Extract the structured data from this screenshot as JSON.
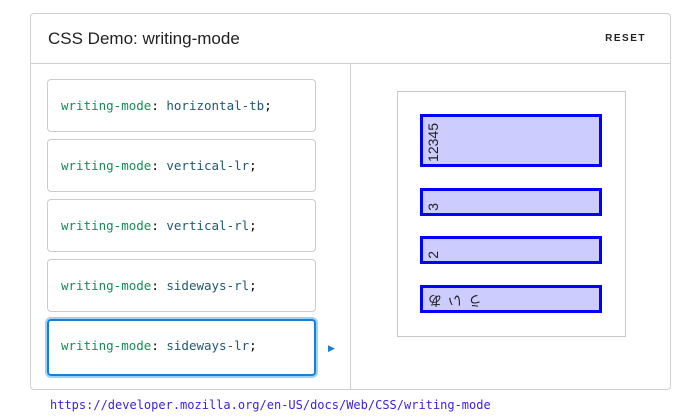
{
  "header": {
    "title": "CSS Demo: writing-mode",
    "reset_label": "RESET"
  },
  "options": [
    {
      "prop": "writing-mode",
      "value": "horizontal-tb"
    },
    {
      "prop": "writing-mode",
      "value": "vertical-lr"
    },
    {
      "prop": "writing-mode",
      "value": "vertical-rl"
    },
    {
      "prop": "writing-mode",
      "value": "sideways-rl"
    },
    {
      "prop": "writing-mode",
      "value": "sideways-lr"
    }
  ],
  "selected_option": "sideways-lr",
  "output": {
    "boxes": [
      "12345",
      "3",
      "2",
      "あいう"
    ]
  },
  "link": "https://developer.mozilla.org/en-US/docs/Web/CSS/writing-mode",
  "colors": {
    "accent": "#1a7ed6",
    "box_border": "#0000ff",
    "box_fill": "#ccccff"
  }
}
